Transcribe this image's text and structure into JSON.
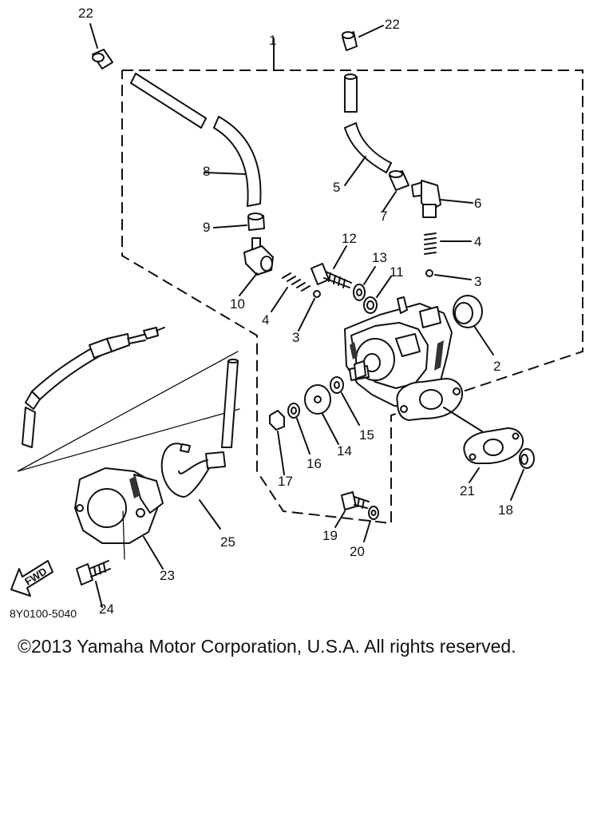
{
  "diagram": {
    "part_labels": {
      "p1": "1",
      "p2": "2",
      "p3a": "3",
      "p3b": "3",
      "p4a": "4",
      "p4b": "4",
      "p5": "5",
      "p6": "6",
      "p7": "7",
      "p8": "8",
      "p9": "9",
      "p10": "10",
      "p11": "11",
      "p12": "12",
      "p13": "13",
      "p14": "14",
      "p15": "15",
      "p16": "16",
      "p17": "17",
      "p18": "18",
      "p19": "19",
      "p20": "20",
      "p21": "21",
      "p22a": "22",
      "p22b": "22",
      "p23": "23",
      "p24": "24",
      "p25": "25"
    },
    "fwd_label": "FWD",
    "drawing_code": "8Y0100-5040"
  },
  "footer": {
    "copyright": "©2013 Yamaha Motor Corporation, U.S.A. All rights reserved."
  }
}
